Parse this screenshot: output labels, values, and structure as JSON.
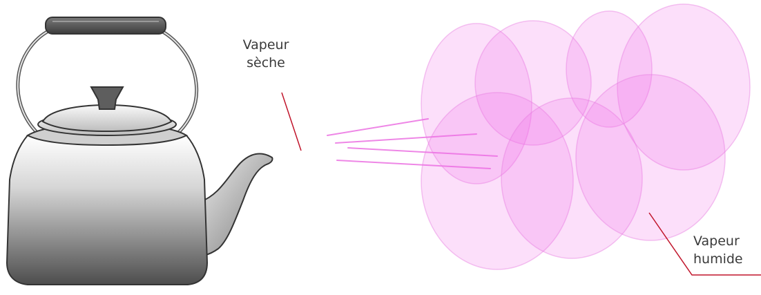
{
  "labels": {
    "dry_steam": {
      "line1": "Vapeur",
      "line2": "sèche"
    },
    "wet_steam": {
      "line1": "Vapeur",
      "line2": "humide"
    }
  },
  "colors": {
    "steam_fill": "#f06ee6",
    "steam_stroke": "#e67fe0",
    "leader_line": "#c0142a",
    "kettle_dark": "#555555",
    "kettle_outline": "#333333",
    "text": "#3a3a3a"
  },
  "icons": {
    "kettle": "kettle-icon",
    "steam_cloud": "steam-cloud-icon"
  }
}
